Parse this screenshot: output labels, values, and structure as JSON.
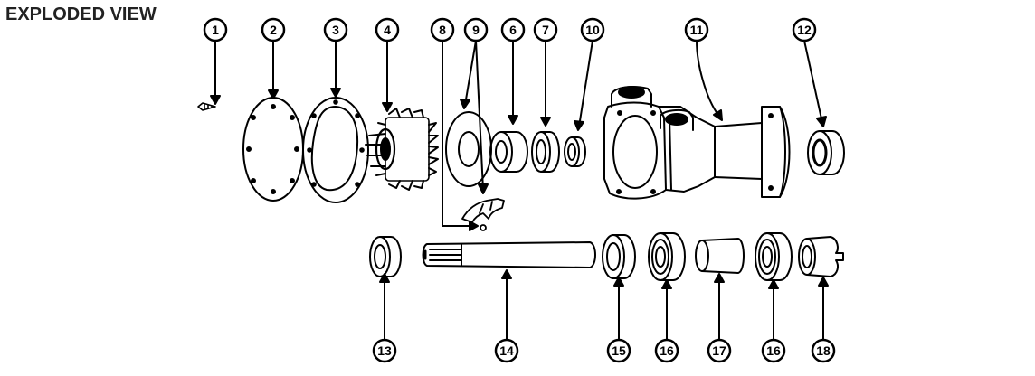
{
  "title": "EXPLODED VIEW",
  "colors": {
    "ink": "#000000",
    "paper": "#ffffff",
    "title": "#222222"
  },
  "callouts": {
    "c1": "1",
    "c2": "2",
    "c3": "3",
    "c4": "4",
    "c8": "8",
    "c9": "9",
    "c6": "6",
    "c7": "7",
    "c10": "10",
    "c11": "11",
    "c12": "12",
    "c13": "13",
    "c14": "14",
    "c15": "15",
    "c16a": "16",
    "c17": "17",
    "c16b": "16",
    "c18": "18"
  }
}
